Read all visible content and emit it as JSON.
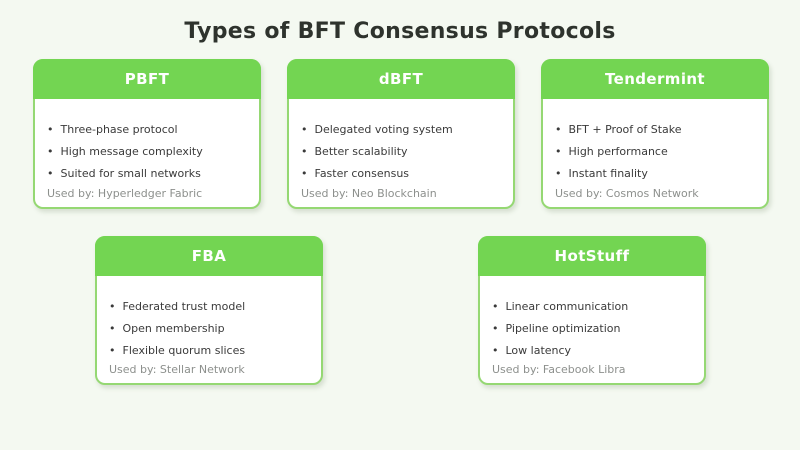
{
  "page": {
    "title": "Types of BFT Consensus Protocols"
  },
  "colors": {
    "background": "#f4f9f1",
    "card_header_green": "#73d552",
    "card_border_green": "#95d873",
    "card_body": "#ffffff",
    "title_text": "#2e332d",
    "bullet_text": "#3a3a3a",
    "footer_text": "#8d908d",
    "header_title_text": "#ffffff"
  },
  "cards": [
    {
      "title": "PBFT",
      "bullets": [
        "Three-phase protocol",
        "High message complexity",
        "Suited for small networks"
      ],
      "used_by": "Used by: Hyperledger Fabric"
    },
    {
      "title": "dBFT",
      "bullets": [
        "Delegated voting system",
        "Better scalability",
        "Faster consensus"
      ],
      "used_by": "Used by: Neo Blockchain"
    },
    {
      "title": "Tendermint",
      "bullets": [
        "BFT + Proof of Stake",
        "High performance",
        "Instant finality"
      ],
      "used_by": "Used by: Cosmos Network"
    },
    {
      "title": "FBA",
      "bullets": [
        "Federated trust model",
        "Open membership",
        "Flexible quorum slices"
      ],
      "used_by": "Used by: Stellar Network"
    },
    {
      "title": "HotStuff",
      "bullets": [
        "Linear communication",
        "Pipeline optimization",
        "Low latency"
      ],
      "used_by": "Used by: Facebook Libra"
    }
  ]
}
